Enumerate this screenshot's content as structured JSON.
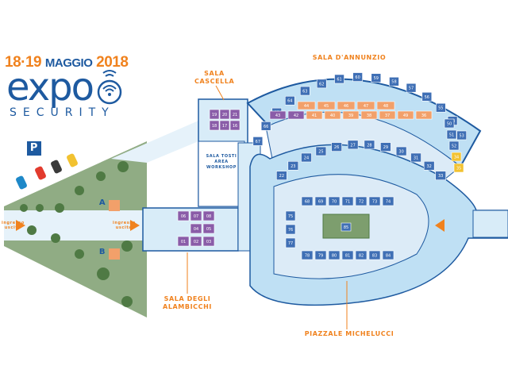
{
  "header": {
    "date_days": "18·19",
    "date_month": "MAGGIO",
    "date_year": "2018",
    "logo_text": "expo",
    "logo_sub": "SECURITY"
  },
  "labels": {
    "sala_dannunzio": "SALA D'ANNUNZIO",
    "sala_cascella_1": "SALA",
    "sala_cascella_2": "CASCELLA",
    "sala_tosti": "SALA TOSTI",
    "area_workshop": "AREA WORKSHOP",
    "sala_alambicchi_1": "SALA DEGLI",
    "sala_alambicchi_2": "ALAMBICCHI",
    "piazzale": "PIAZZALE MICHELUCCI",
    "ingresso_left": "ingresso uscita",
    "ingresso_mid": "ingresso uscita",
    "zone_a": "A",
    "zone_b": "B",
    "parking": "P"
  },
  "colors": {
    "orange": "#f0821e",
    "blue": "#1e5aa0",
    "light_blue": "#bfe0f4",
    "green_area": "#7d9e6e",
    "stand_blue": "#3f6fb5",
    "stand_orange": "#f2a06a",
    "stand_purple": "#8a5ca8"
  },
  "stands": {
    "outer_arc": [
      "67",
      "66",
      "65",
      "64",
      "63",
      "62",
      "61",
      "60",
      "59",
      "58",
      "57",
      "56",
      "55",
      "54",
      "53"
    ],
    "inner_arc_row1": [
      "44",
      "45",
      "46",
      "47",
      "48"
    ],
    "inner_arc_row2": [
      "43",
      "42",
      "41",
      "40",
      "39",
      "38",
      "37",
      "49",
      "36"
    ],
    "bottom_arc": [
      "22",
      "23",
      "24",
      "25",
      "26",
      "27",
      "28",
      "29",
      "30",
      "31",
      "32",
      "33"
    ],
    "right_misc": [
      "50",
      "51",
      "52",
      "34",
      "35"
    ],
    "cascella": [
      "19",
      "20",
      "21",
      "18",
      "17",
      "16"
    ],
    "alambicchi": [
      "06",
      "07",
      "08",
      "04",
      "05",
      "01",
      "02",
      "03"
    ],
    "piazzale_top": [
      "74",
      "73",
      "72",
      "71",
      "70",
      "69",
      "68"
    ],
    "piazzale_bottom": [
      "78",
      "79",
      "80",
      "81",
      "82",
      "83",
      "84"
    ],
    "piazzale_left": [
      "75",
      "76",
      "77"
    ],
    "piazzale_center": "85"
  }
}
